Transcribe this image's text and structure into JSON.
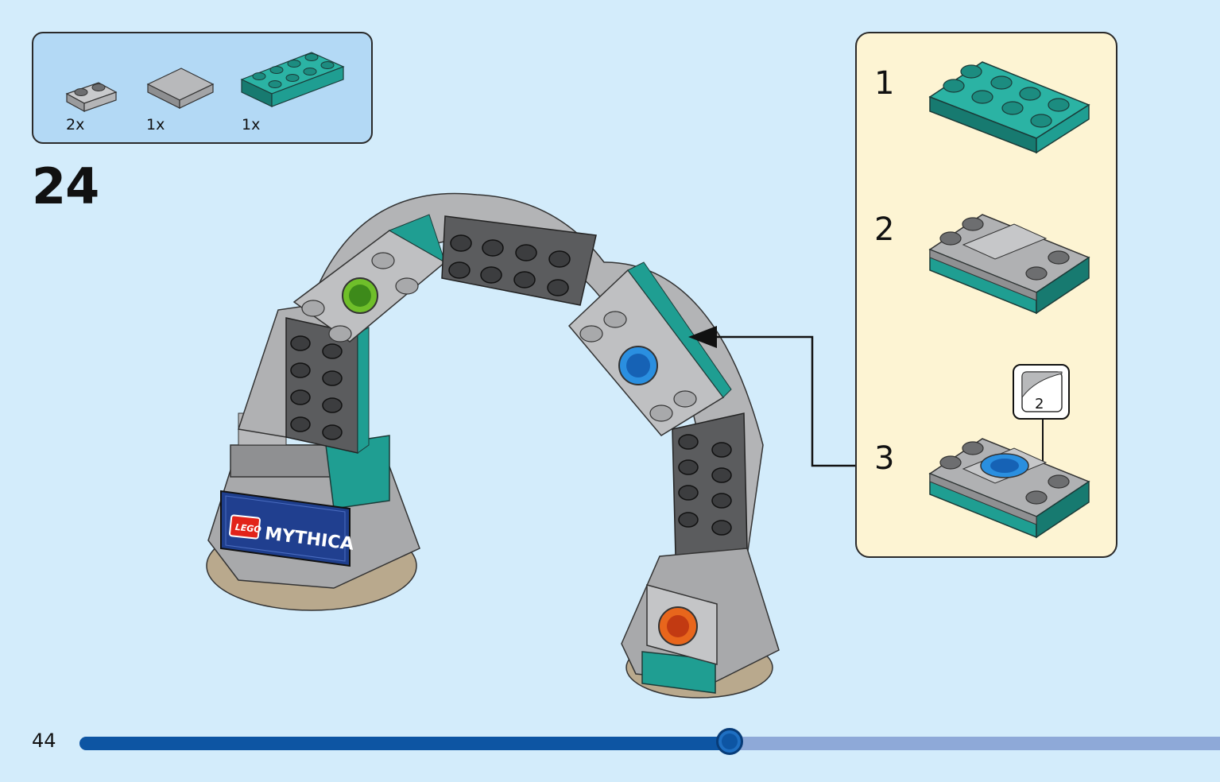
{
  "page": {
    "number": "44"
  },
  "step": {
    "number": "24"
  },
  "parts": [
    {
      "icon": "gray-plate-1x2-icon",
      "qty": "2x"
    },
    {
      "icon": "gray-tile-2x2-icon",
      "qty": "1x"
    },
    {
      "icon": "teal-plate-2x4-icon",
      "qty": "1x"
    }
  ],
  "substeps": [
    {
      "number": "1"
    },
    {
      "number": "2"
    },
    {
      "number": "3",
      "sticker": "2"
    }
  ],
  "model": {
    "logo": "LEGO",
    "brand": "MYTHICA"
  },
  "progress": {
    "fraction": 0.57
  },
  "colors": {
    "background": "#d3ecfb",
    "parts_box": "#b3d9f5",
    "substep_box": "#fdf4d3",
    "teal": "#1f9e92",
    "gray": "#a8a9ab",
    "dark_gray": "#4a4b4d",
    "progress_fill": "#0d55a3",
    "progress_track": "#8ea9d8"
  }
}
